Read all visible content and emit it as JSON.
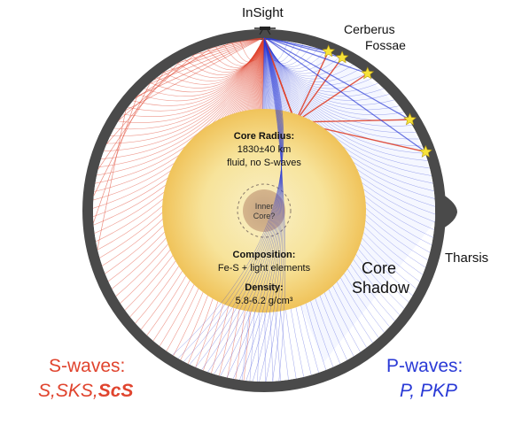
{
  "labels": {
    "insight": "InSight",
    "cerberus_line1": "Cerberus",
    "cerberus_line2": "Fossae",
    "tharsis": "Tharsis",
    "core_shadow_line1": "Core",
    "core_shadow_line2": "Shadow"
  },
  "core": {
    "radius_title": "Core Radius:",
    "radius_value": "1830±40 km",
    "radius_note": "fluid, no S-waves",
    "inner_core_line1": "Inner",
    "inner_core_line2": "Core?",
    "composition_title": "Composition:",
    "composition_value": "Fe-S + light elements",
    "density_title": "Density:",
    "density_value": "5.8-6.2 g/cm³"
  },
  "legend": {
    "s_title": "S-waves:",
    "s_phases_plain": "S,SKS,",
    "s_phase_bold": "ScS",
    "p_title": "P-waves:",
    "p_phases": "P, PKP"
  },
  "colors": {
    "s_wave": "#e0442e",
    "p_wave": "#2a3ad6",
    "mantle_shell": "#4a4a4a",
    "core_center": "#f7e9a6",
    "core_edge": "#f2c65f",
    "star": "#f6e23a"
  }
}
